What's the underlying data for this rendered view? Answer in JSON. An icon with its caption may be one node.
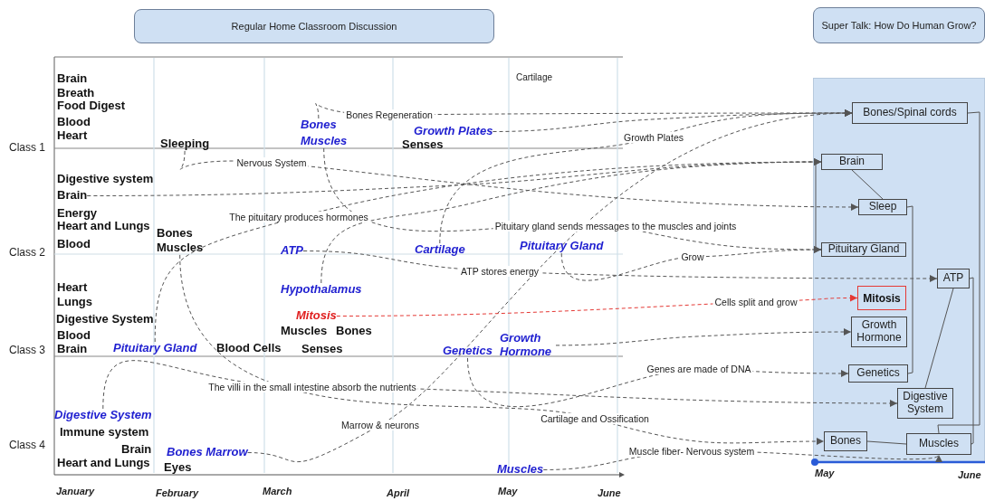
{
  "diagram": {
    "nodes": [
      {
        "text": [
          "Regular Home Classroom Discussion"
        ]
      },
      {
        "text": [
          "Super Talk: How Do Human Grow?"
        ]
      },
      {
        "text": [],
        "shape": "box"
      },
      {
        "text": [
          "Bones/Spinal cords"
        ],
        "in": 2
      },
      {
        "text": [
          "Brain"
        ],
        "in": 2
      },
      {
        "text": [
          "Sleep"
        ],
        "in": 2
      },
      {
        "text": [
          "Pituitary Gland"
        ],
        "in": 2
      },
      {
        "text": [
          "ATP"
        ],
        "in": 2
      },
      {
        "text": [
          "Mitosis"
        ],
        "in": 2
      },
      {
        "text": [
          "Growth Hormone"
        ],
        "in": 2
      },
      {
        "text": [
          "Genetics"
        ],
        "in": 2
      },
      {
        "text": [
          "Digestive System"
        ],
        "in": 2
      },
      {
        "text": [
          "Bones"
        ],
        "in": 2
      },
      {
        "text": [
          "Muscles"
        ],
        "in": 2
      },
      {
        "text": [
          "Sleeping"
        ]
      },
      {
        "text": [
          "Bones"
        ]
      },
      {
        "text": [
          "Muscles"
        ]
      },
      {
        "text": [
          "Growth Plates"
        ]
      },
      {
        "text": [
          "Brain"
        ]
      },
      {
        "text": [
          "Muscles"
        ]
      },
      {
        "text": [
          "ATP"
        ]
      },
      {
        "text": [
          "Cartilage"
        ]
      },
      {
        "text": [
          "Pituitary Gland"
        ]
      },
      {
        "text": [
          "Hypothalamus"
        ]
      },
      {
        "text": [
          "Mitosis"
        ]
      },
      {
        "text": [
          "Pituitary Gland"
        ]
      },
      {
        "text": [
          "Genetics"
        ]
      },
      {
        "text": [
          "Growth Hormone"
        ]
      },
      {
        "text": [
          "Digestive System"
        ]
      },
      {
        "text": [
          "Bones Marrow"
        ]
      },
      {
        "text": [
          "Muscles"
        ]
      }
    ],
    "edges": [
      {
        "from": 15,
        "to": 3,
        "arrow": "to",
        "style": "dashed",
        "label": "Bones Regeneration"
      },
      {
        "from": 17,
        "to": 3,
        "arrow": "to",
        "style": "dashed"
      },
      {
        "from": 21,
        "to": 3,
        "arrow": "to",
        "style": "dashed",
        "label": "Growth Plates"
      },
      {
        "from": 29,
        "to": 3,
        "arrow": "to",
        "style": "dashed",
        "label": "Marrow & neurons"
      },
      {
        "from": 14,
        "to": 5,
        "arrow": "to",
        "style": "dashed",
        "label": "Nervous System"
      },
      {
        "from": 18,
        "to": 4,
        "arrow": "to",
        "style": "dashed"
      },
      {
        "from": 16,
        "to": 6,
        "arrow": "to",
        "style": "dashed",
        "label": "Pituitary gland sends messages to the muscles and joints"
      },
      {
        "from": 25,
        "to": 4,
        "arrow": "to",
        "style": "dashed",
        "label": "The pituitary produces hormones"
      },
      {
        "from": 23,
        "to": 4,
        "arrow": "to",
        "style": "dashed"
      },
      {
        "from": 22,
        "to": 6,
        "arrow": "to",
        "style": "dashed",
        "label": "Grow"
      },
      {
        "from": 20,
        "to": 7,
        "arrow": "to",
        "style": "dashed",
        "label": "ATP stores energy"
      },
      {
        "from": 24,
        "to": 8,
        "arrow": "to",
        "style": "dashed",
        "color": "#e53935",
        "label": "Cells split and grow"
      },
      {
        "from": 27,
        "to": 9,
        "arrow": "to",
        "style": "dashed"
      },
      {
        "from": 26,
        "to": 10,
        "arrow": "to",
        "style": "dashed",
        "label": "Genes are made of DNA"
      },
      {
        "from": 28,
        "to": 11,
        "arrow": "to",
        "style": "dashed",
        "label": "The villi in the small intestine absorb the nutrients"
      },
      {
        "from": 19,
        "to": 12,
        "arrow": "to",
        "style": "dashed",
        "label": "Cartilage and Ossification"
      },
      {
        "from": 30,
        "to": 13,
        "arrow": "to",
        "style": "dashed",
        "label": "Muscle fiber- Nervous system"
      },
      {
        "from": 3,
        "to": 13,
        "arrow": "none"
      },
      {
        "from": 4,
        "to": 5,
        "arrow": "none"
      },
      {
        "from": 4,
        "to": 6,
        "arrow": "none"
      },
      {
        "from": 5,
        "to": 10,
        "arrow": "none"
      },
      {
        "from": 7,
        "to": 11,
        "arrow": "none"
      },
      {
        "from": 7,
        "to": 13,
        "arrow": "none"
      },
      {
        "from": 12,
        "to": 13,
        "arrow": "none"
      }
    ],
    "labels": [
      "Brain",
      "Breath",
      "Food Digest",
      "Blood",
      "Heart",
      "Cartilage",
      "Class 1",
      "Senses",
      "Digestive system",
      "Energy",
      "Heart and Lungs",
      "Bones",
      "Class 2",
      "Blood",
      "Heart",
      "Lungs",
      "Digestive System",
      "Blood",
      "Muscles",
      "Bones",
      "Class 3",
      "Brain",
      "Blood Cells",
      "Senses",
      "Immune system",
      "Class 4",
      "Brain",
      "Heart and Lungs",
      "Eyes",
      "January",
      "February",
      "March",
      "April",
      "May",
      "June",
      "May",
      "June"
    ]
  }
}
